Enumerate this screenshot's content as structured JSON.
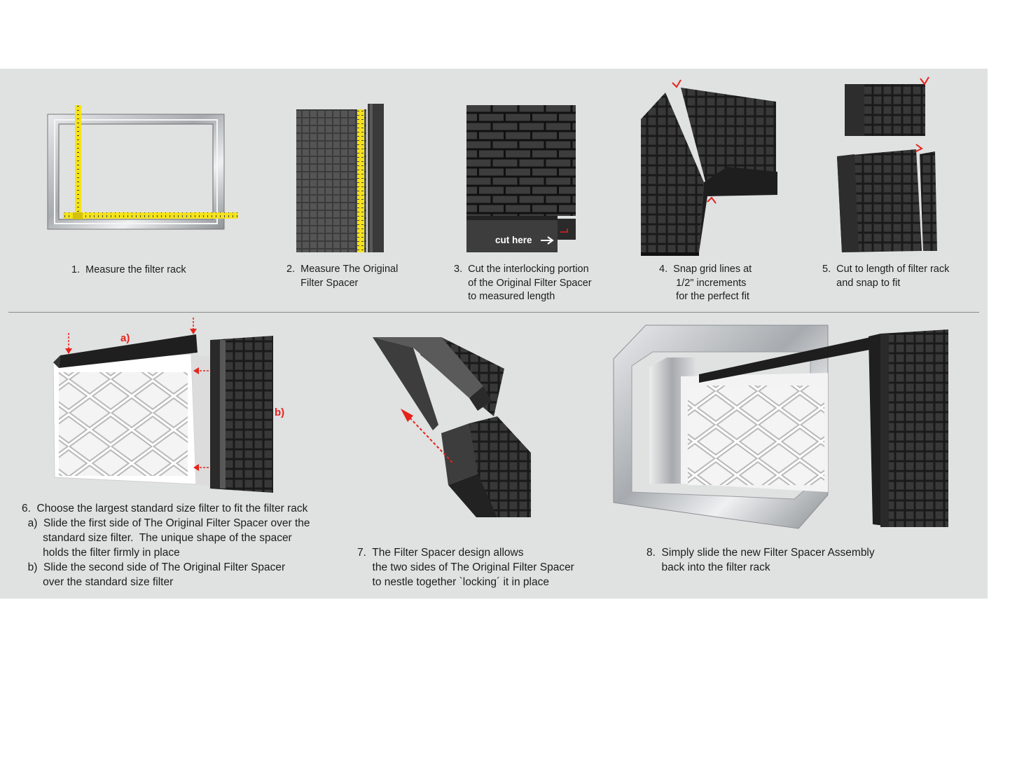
{
  "steps": [
    {
      "lines": [
        "1.  Measure the filter rack"
      ]
    },
    {
      "lines": [
        "2.  Measure The Original",
        "     Filter Spacer"
      ]
    },
    {
      "lines": [
        "3.  Cut the interlocking portion",
        "     of the Original Filter Spacer",
        "     to measured length"
      ]
    },
    {
      "lines": [
        "4.  Snap grid lines at",
        "      1/2\" increments",
        "      for the perfect fit"
      ]
    },
    {
      "lines": [
        "5.  Cut to length of filter rack",
        "     and snap to fit"
      ]
    },
    {
      "lines": [
        "6.  Choose the largest standard size filter to fit the filter rack",
        "  a)  Slide the first side of The Original Filter Spacer over the",
        "       standard size filter.  The unique shape of the spacer",
        "       holds the filter firmly in place",
        "  b)  Slide the second side of The Original Filter Spacer",
        "       over the standard size filter"
      ]
    },
    {
      "lines": [
        "7.  The Filter Spacer design allows",
        "     the two sides of The Original Filter Spacer",
        "     to nestle together `locking´ it in place"
      ]
    },
    {
      "lines": [
        "8.  Simply slide the new Filter Spacer Assembly",
        "     back into the filter rack"
      ]
    }
  ],
  "labels": {
    "cut_here": "cut here",
    "marker_a": "a)",
    "marker_b": "b)"
  },
  "colors": {
    "panel": "#e0e1e1",
    "accent_red": "#e5231b",
    "tape_yellow": "#f4e31a",
    "spacer_dark": "#2b2b2b",
    "metal": "#b9bcbf"
  }
}
